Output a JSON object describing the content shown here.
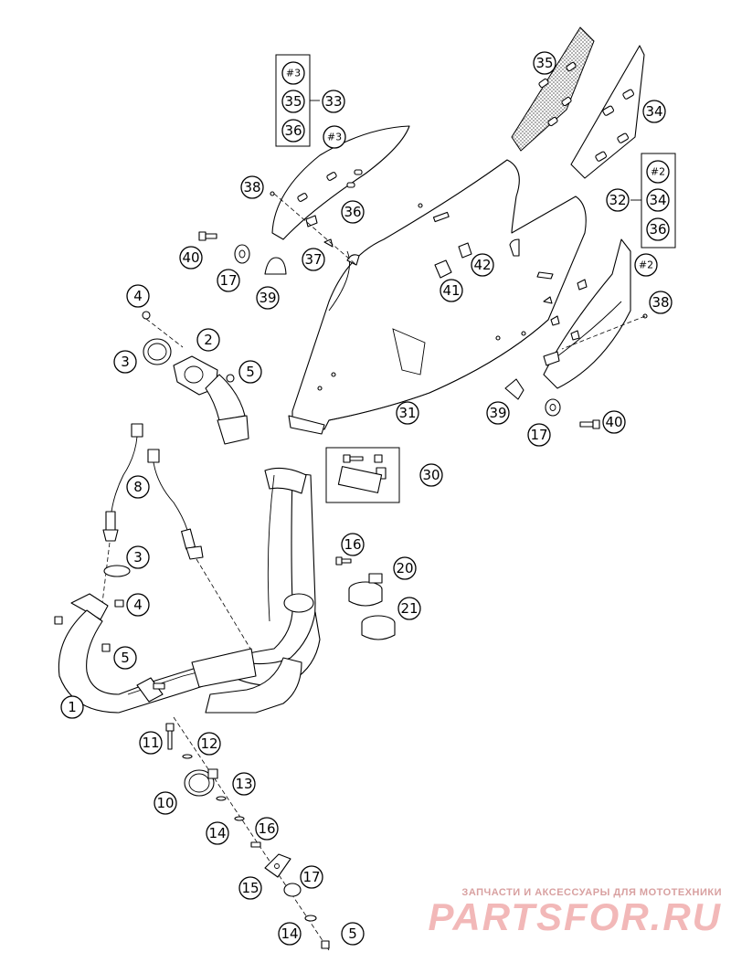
{
  "diagram": {
    "callouts": {
      "c1": "1",
      "c2": "2",
      "c3a": "3",
      "c3b": "3",
      "c4a": "4",
      "c4b": "4",
      "c5a": "5",
      "c5b": "5",
      "c5c": "5",
      "c8": "8",
      "c10": "10",
      "c11": "11",
      "c12": "12",
      "c13": "13",
      "c14a": "14",
      "c14b": "14",
      "c15": "15",
      "c16a": "16",
      "c16b": "16",
      "c17a": "17",
      "c17b": "17",
      "c17c": "17",
      "c20": "20",
      "c21": "21",
      "c30": "30",
      "c31": "31",
      "c32": "32",
      "c33": "33",
      "c34a": "34",
      "c34b": "34",
      "c35a": "35",
      "c35b": "35",
      "c36a": "36",
      "c36b": "36",
      "c36c": "36",
      "c37": "37",
      "c38a": "38",
      "c38b": "38",
      "c39a": "39",
      "c39b": "39",
      "c40a": "40",
      "c40b": "40",
      "c41": "41",
      "c42": "42",
      "h3a": "#3",
      "h3b": "#3",
      "h2a": "#2",
      "h2b": "#2"
    }
  },
  "watermark": {
    "tagline": "ЗАПЧАСТИ И АКСЕССУАРЫ ДЛЯ МОТОТЕХНИКИ",
    "logo_text": "PARTSFOR.RU"
  }
}
